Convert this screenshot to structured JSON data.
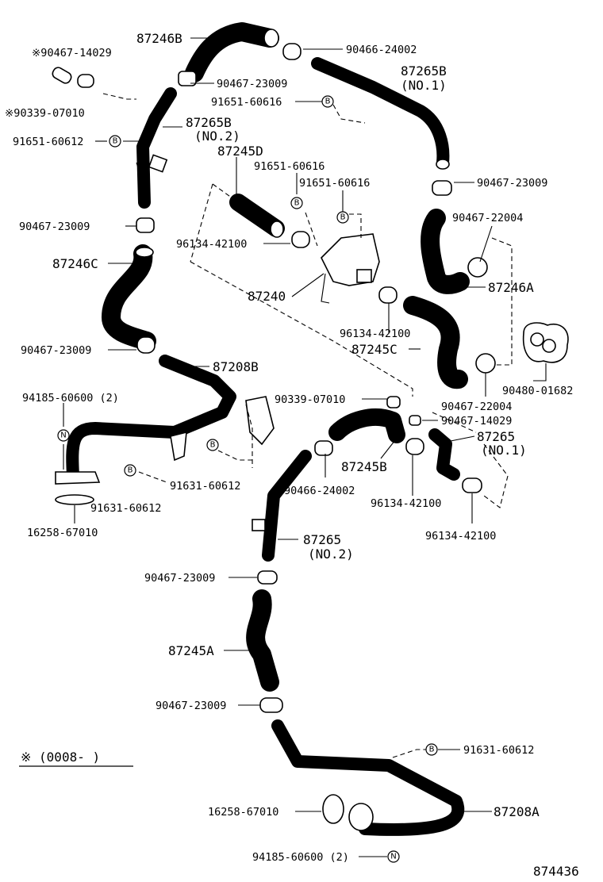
{
  "labels": {
    "p87246B": "87246B",
    "p90466_24002_top": "90466-24002",
    "p90467_14029_left": "※90467-14029",
    "p90467_23009_a": "90467-23009",
    "p87265B_1": "87265B",
    "p87265B_1_sub": "(NO.1)",
    "p91651_60616_a": "91651-60616",
    "p90339_07010_left": "※90339-07010",
    "p87265B_2": "87265B",
    "p87265B_2_sub": "(NO.2)",
    "p91651_60612": "91651-60612",
    "p87245D": "87245D",
    "p91651_60616_b": "91651-60616",
    "p91651_60616_c": "91651-60616",
    "p90467_23009_b": "90467-23009",
    "p90467_23009_c": "90467-23009",
    "p90467_22004_a": "90467-22004",
    "p96134_42100_a": "96134-42100",
    "p87246C": "87246C",
    "p87240": "87240",
    "p87246A": "87246A",
    "p96134_42100_b": "96134-42100",
    "p87245C": "87245C",
    "p90467_23009_d": "90467-23009",
    "p87208B": "87208B",
    "p90480_01682": "90480-01682",
    "p94185_60600_a": "94185-60600 (2)",
    "p90339_07010_mid": "90339-07010",
    "p90467_22004_b": "90467-22004",
    "p90467_14029_mid": "90467-14029",
    "p87265_1": "87265",
    "p87265_1_sub": "(NO.1)",
    "p87245B": "87245B",
    "p90466_24002_mid": "90466-24002",
    "p91631_60612_a": "91631-60612",
    "p91631_60612_b": "91631-60612",
    "p96134_42100_c": "96134-42100",
    "p96134_42100_d": "96134-42100",
    "p16258_67010_a": "16258-67010",
    "p87265_2": "87265",
    "p87265_2_sub": "(NO.2)",
    "p90467_23009_e": "90467-23009",
    "p87245A": "87245A",
    "p90467_23009_f": "90467-23009",
    "note": "※ (0008-     )",
    "p91631_60612_c": "91631-60612",
    "p16258_67010_b": "16258-67010",
    "p87208A": "87208A",
    "p94185_60600_b": "94185-60600 (2)",
    "diagram_id": "874436"
  },
  "markers": {
    "bolt": "B",
    "nut": "N"
  },
  "colors": {
    "ink": "#000000",
    "paper": "#ffffff"
  }
}
